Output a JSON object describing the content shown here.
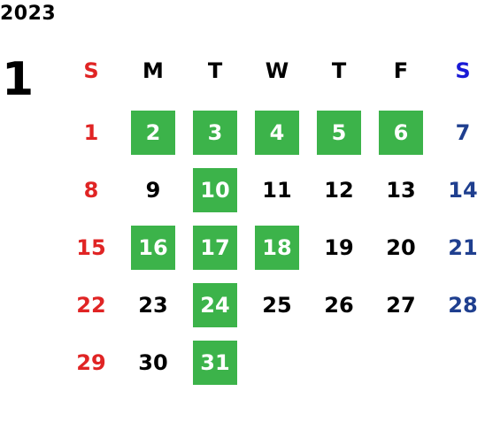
{
  "calendar": {
    "year": "2023",
    "month": "1",
    "weekdays": [
      "S",
      "M",
      "T",
      "W",
      "T",
      "F",
      "S"
    ],
    "weeks": [
      [
        "",
        "",
        "",
        "",
        "",
        "",
        ""
      ],
      [
        "1",
        "2",
        "3",
        "4",
        "5",
        "6",
        "7"
      ],
      [
        "8",
        "9",
        "10",
        "11",
        "12",
        "13",
        "14"
      ],
      [
        "15",
        "16",
        "17",
        "18",
        "19",
        "20",
        "21"
      ],
      [
        "22",
        "23",
        "24",
        "25",
        "26",
        "27",
        "28"
      ],
      [
        "29",
        "30",
        "31",
        "",
        "",
        "",
        ""
      ]
    ],
    "highlighted_days": [
      "2",
      "3",
      "4",
      "5",
      "6",
      "10",
      "16",
      "17",
      "18",
      "24",
      "31"
    ]
  },
  "colors": {
    "sunday": "#e02424",
    "saturday_header": "#1a1ad6",
    "saturday": "#1f3f8f",
    "weekday": "#000000",
    "highlight_bg": "#3cb34a",
    "highlight_text": "#ffffff"
  }
}
